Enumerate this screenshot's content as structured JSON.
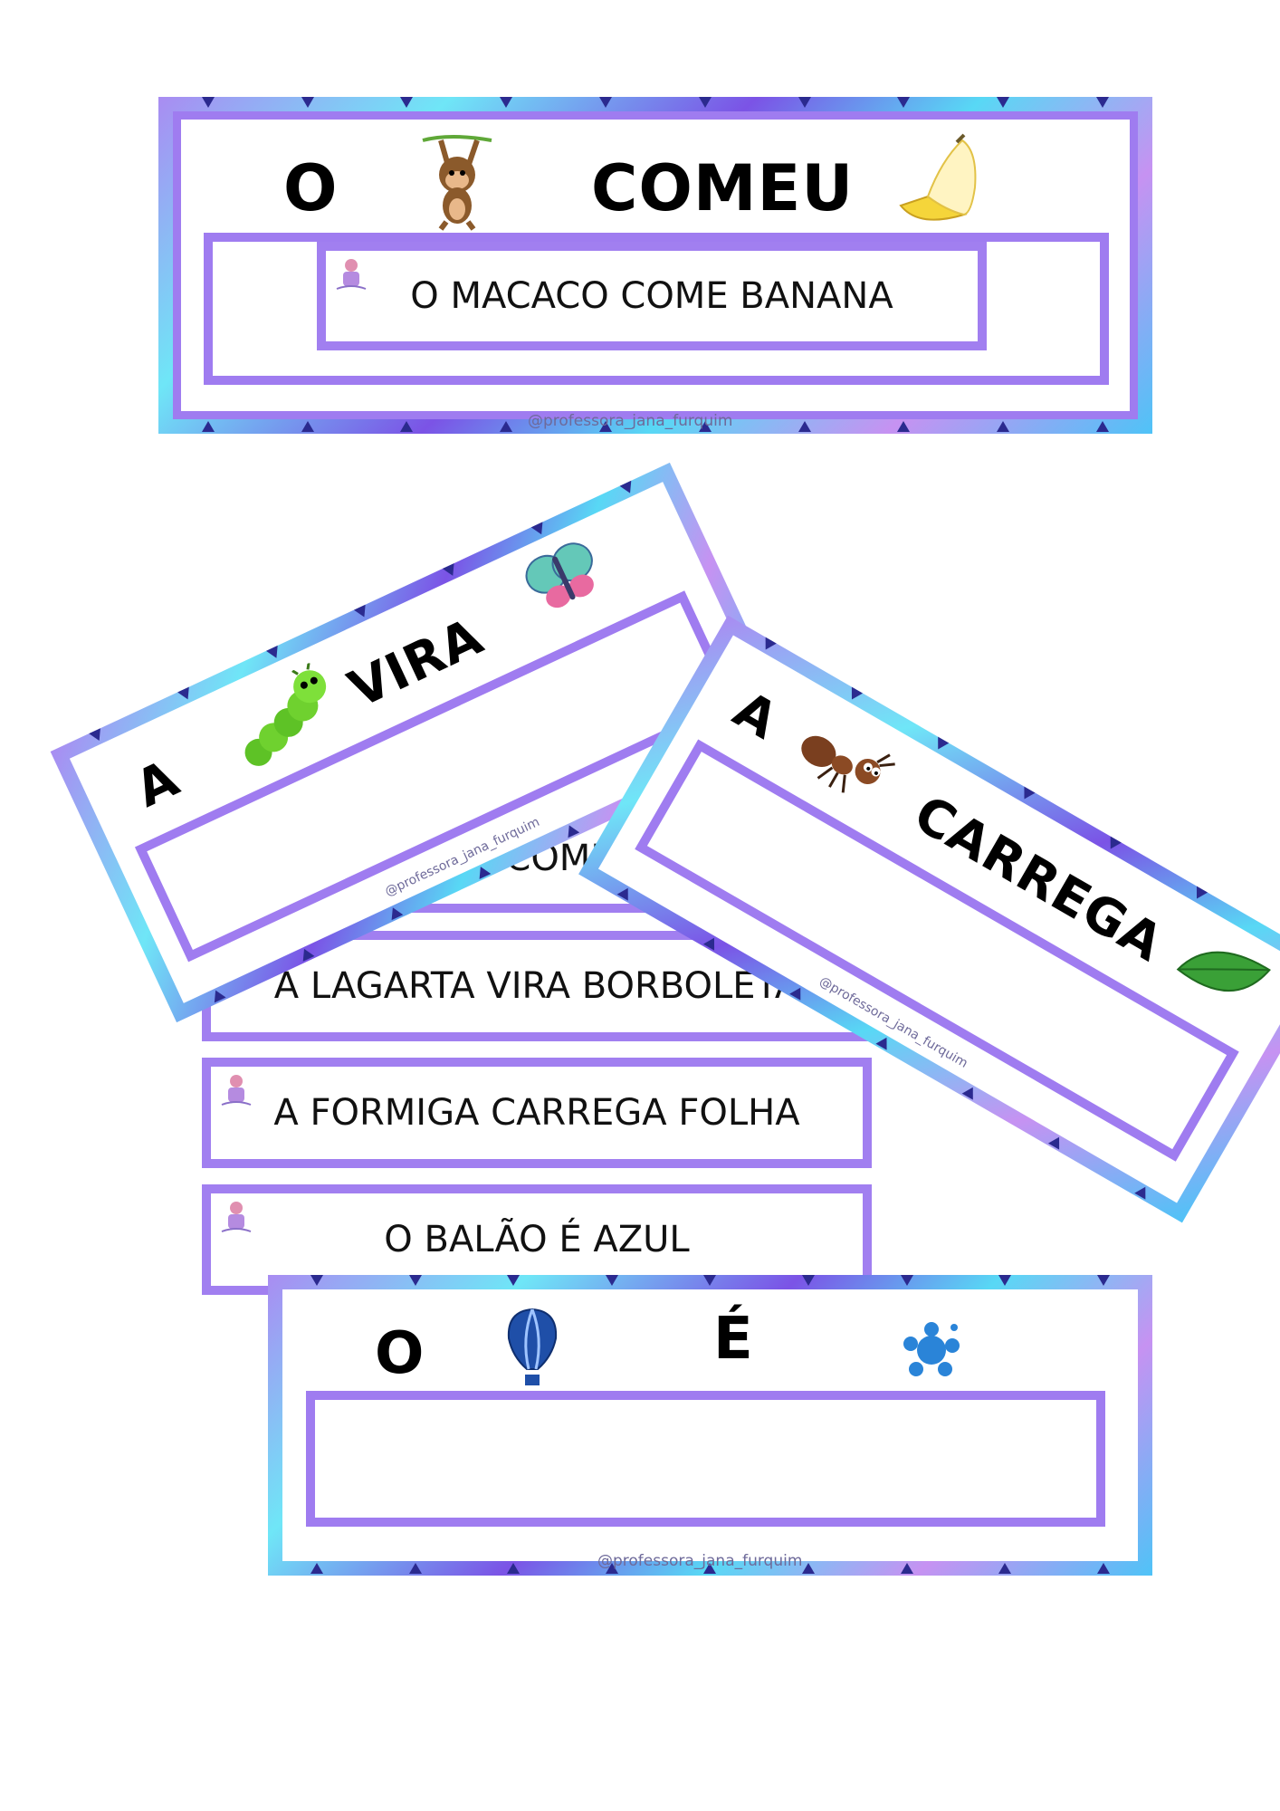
{
  "cards": {
    "monkey": {
      "article": "O",
      "verb": "COMEU",
      "sentence": "O MACACO COME BANANA",
      "handle": "@professora_jana_furquim"
    },
    "caterpillar": {
      "article": "A",
      "verb": "VIRA",
      "handle": "@professora_jana_furquim"
    },
    "ant": {
      "article": "A",
      "verb": "CARREGA",
      "handle": "@professora_jana_furquim"
    },
    "balloon": {
      "article": "O",
      "verb": "É",
      "handle": "@professora_jana_furquim"
    }
  },
  "strips": [
    {
      "text": "O MACACO COME BANANA"
    },
    {
      "text": "A LAGARTA VIRA BORBOLETA"
    },
    {
      "text": "A FORMIGA CARREGA FOLHA"
    },
    {
      "text": "O BALÃO É AZUL"
    }
  ],
  "icons": [
    "monkey-icon",
    "banana-icon",
    "caterpillar-icon",
    "butterfly-icon",
    "ant-icon",
    "leaf-icon",
    "hot-air-balloon-icon",
    "blue-splash-icon",
    "teacher-logo-icon"
  ],
  "colors": {
    "frame_purple": "#9f7cf0",
    "frame_cyan": "#6fe6f7",
    "triangle": "#2b2a8f"
  }
}
